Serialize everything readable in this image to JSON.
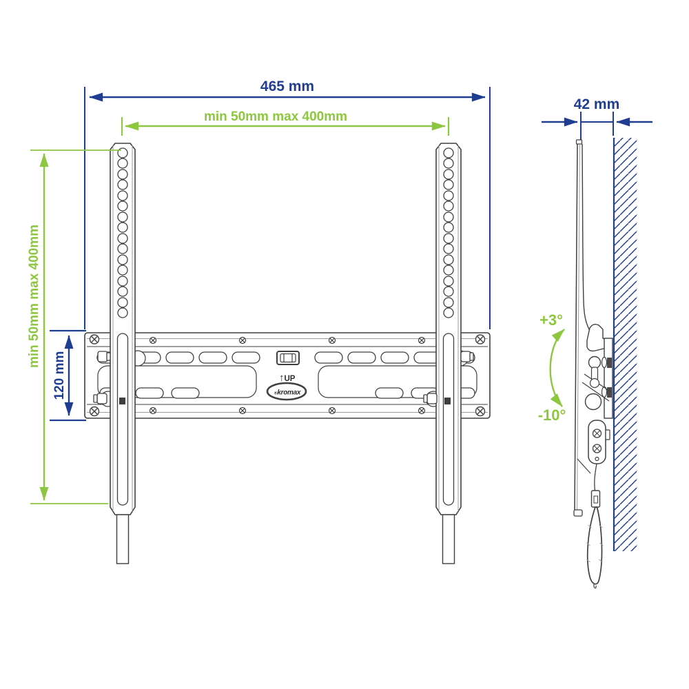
{
  "document": {
    "kind": "technical-drawing",
    "subject": "tilting TV wall mount bracket",
    "views": [
      "front view",
      "side view"
    ]
  },
  "colors": {
    "dimension_blue": "#1f3d91",
    "dimension_green": "#8dc63f",
    "outline_dark": "#3f3f3f",
    "outline_light": "#9b9b9b",
    "background": "#ffffff"
  },
  "front": {
    "dim_total_width": "465 mm",
    "dim_vesa_width": "min 50mm max 400mm",
    "dim_vesa_height": "min 50mm max 400mm",
    "dim_plate_height": "120 mm",
    "up_arrow": "↑",
    "up_label": "UP",
    "logo_mark": "®",
    "logo_text": "kromax"
  },
  "side": {
    "dim_depth": "42 mm",
    "tilt_up": "+3°",
    "tilt_down": "-10°"
  },
  "icons": {
    "dimension_arrowhead": "filled-triangle",
    "wall_hatch": "diagonal-line-hatching",
    "screw_head": "circle-with-cross"
  }
}
